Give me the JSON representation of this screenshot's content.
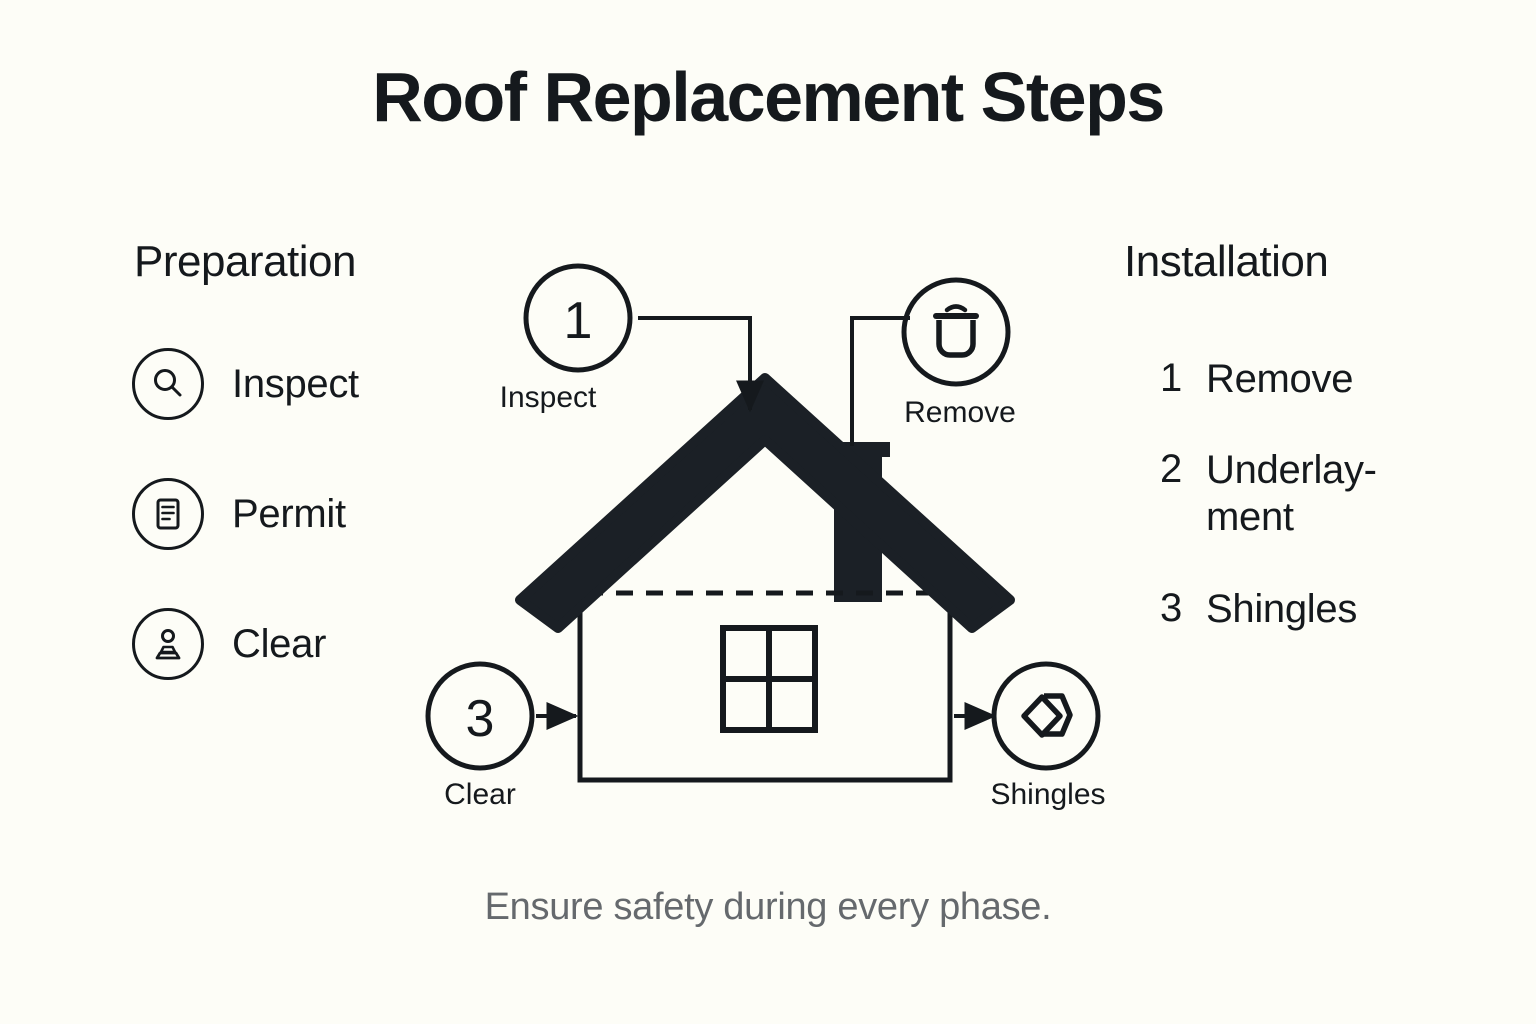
{
  "page": {
    "title": "Roof Replacement Steps",
    "footer_note": "Ensure safety during every phase.",
    "background_color": "#fdfdf7",
    "ink_color": "#15191d",
    "muted_color": "#65696d"
  },
  "left_column": {
    "header": "Preparation",
    "items": [
      {
        "label": "Inspect",
        "icon": "magnifier-icon"
      },
      {
        "label": "Permit",
        "icon": "document-icon"
      },
      {
        "label": "Clear",
        "icon": "debris-person-icon"
      }
    ]
  },
  "right_column": {
    "header": "Installation",
    "items": [
      {
        "num": "1",
        "label": "Remove"
      },
      {
        "num": "2",
        "label": "Underlay-ment"
      },
      {
        "num": "3",
        "label": "Shingles"
      }
    ]
  },
  "diagram": {
    "nodes": [
      {
        "id": "inspect",
        "badge": "1",
        "label": "Inspect",
        "kind": "number-badge"
      },
      {
        "id": "remove",
        "badge": "",
        "label": "Remove",
        "kind": "icon-badge",
        "icon": "trash-icon"
      },
      {
        "id": "clear",
        "badge": "3",
        "label": "Clear",
        "kind": "number-badge"
      },
      {
        "id": "shingles",
        "badge": "",
        "label": "Shingles",
        "kind": "icon-badge",
        "icon": "shingle-icon"
      }
    ],
    "house": {
      "roof_color": "#1b2026",
      "wall_stroke": "#15191d",
      "attic_line": "dashed",
      "window_panes": 4,
      "chimney": true
    }
  }
}
